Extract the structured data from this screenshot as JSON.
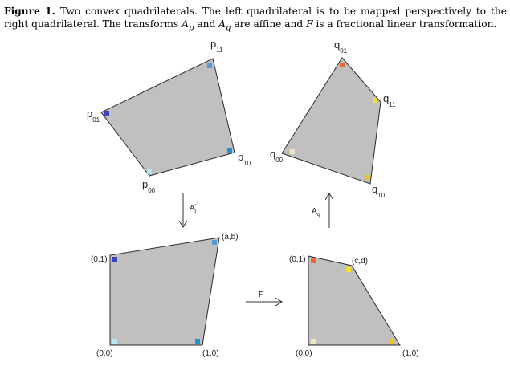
{
  "caption": {
    "label": "Figure 1.",
    "part1": " Two convex quadrilaterals.  The left quadrilateral is to be mapped perspectively to the right quadrilateral. The transforms ",
    "Ap_main": "A",
    "Ap_sub": "p",
    "and": " and ",
    "Aq_main": "A",
    "Aq_sub": "q",
    "part2": " are affine and ",
    "F": "F",
    "part3": " is a fractional linear transformation."
  },
  "colors": {
    "fill": "#c0c0c0",
    "stroke": "#2b2b2b",
    "p00": "#b9e6f4",
    "p01": "#3b45c4",
    "p10": "#1e93d6",
    "p11": "#5a9ad3",
    "q00": "#f3e6bf",
    "q01": "#ef6a2e",
    "q10": "#f2c21b",
    "q11": "#f4e033"
  },
  "labels": {
    "p": "p",
    "q": "q",
    "s00": "00",
    "s01": "01",
    "s10": "10",
    "s11": "11",
    "Ap_inv_main": "A",
    "Ap_inv_sup": "-1",
    "Ap_inv_sub": "p",
    "Aq_main": "A",
    "Aq_sub": "q",
    "F": "F",
    "ab": "(a,b)",
    "cd": "(c,d)",
    "c00_left": "(0,0)",
    "c01_left": "(0,1)",
    "c10_left": "(1,0)",
    "c00_right": "(0,0)",
    "c01_right": "(0,1)",
    "c10_right": "(1,0)"
  }
}
